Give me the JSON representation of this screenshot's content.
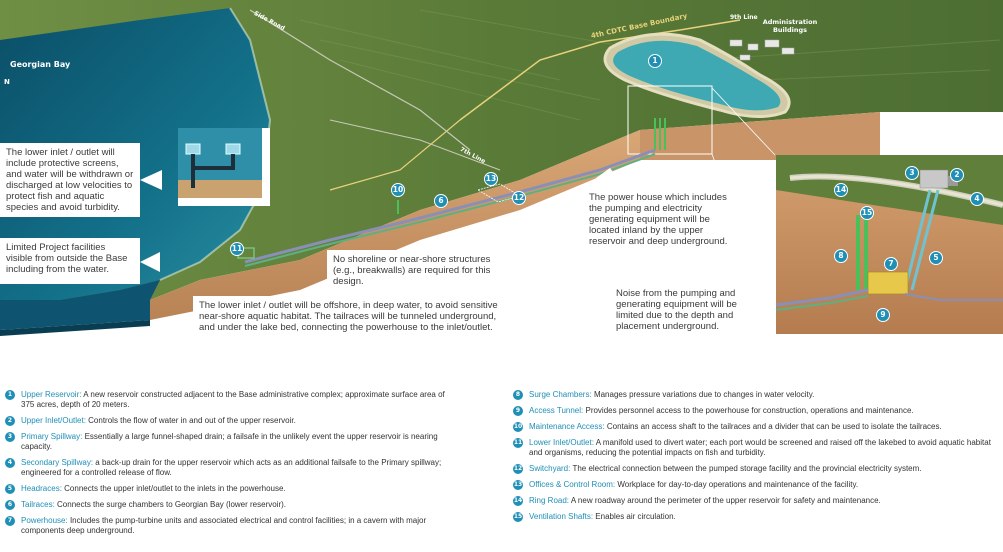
{
  "map_labels": {
    "georgian_bay": "Georgian Bay",
    "base_boundary": "4th CDTC Base Boundary",
    "road_a": "9th Line",
    "road_b": "7th Line",
    "road_c": "Side Road",
    "admin": "Administration Buildings",
    "north": "N"
  },
  "callouts": {
    "lower_inlet": "The lower inlet / outlet will include protective screens, and water will be withdrawn or discharged at low velocities to protect fish and aquatic species and avoid turbidity.",
    "limited_facilities": "Limited Project facilities visible from outside the Base including from the water.",
    "no_shoreline": "No shoreline or near-shore structures (e.g., breakwalls) are required for this design.",
    "offshore": "The lower inlet / outlet will be offshore, in deep water, to avoid sensitive near-shore aquatic habitat.  The tailraces will be tunneled underground, and under the lake bed, connecting the powerhouse to the inlet/outlet.",
    "powerhouse": "The power house which includes the pumping and electricity generating equipment will be located inland by the upper reservoir and deep underground.",
    "noise": "Noise from the pumping and generating equipment will be limited due to the depth and placement underground."
  },
  "markers": {
    "m1": "1",
    "m2": "2",
    "m3": "3",
    "m4": "4",
    "m5": "5",
    "m6": "6",
    "m7": "7",
    "m8": "8",
    "m9": "9",
    "m10": "10",
    "m11": "11",
    "m12": "12",
    "m13": "13",
    "m14": "14",
    "m15": "15"
  },
  "legend": {
    "left": [
      {
        "n": "1",
        "term": "Upper Reservoir:",
        "desc": "A new reservoir constructed adjacent to the Base administrative complex; approximate surface area of 375 acres, depth of 20 meters."
      },
      {
        "n": "2",
        "term": "Upper Inlet/Outlet:",
        "desc": "Controls the flow of water in and out of the upper reservoir."
      },
      {
        "n": "3",
        "term": "Primary Spillway:",
        "desc": "Essentially a large funnel-shaped drain; a failsafe in the unlikely event the upper reservoir is nearing capacity."
      },
      {
        "n": "4",
        "term": "Secondary Spillway:",
        "desc": "a back-up drain for the upper reservoir which acts as an additional failsafe to the Primary spillway; engineered for a controlled release of flow."
      },
      {
        "n": "5",
        "term": "Headraces:",
        "desc": "Connects the upper inlet/outlet to the inlets in the powerhouse."
      },
      {
        "n": "6",
        "term": "Tailraces:",
        "desc": "Connects the surge chambers to Georgian Bay (lower reservoir)."
      },
      {
        "n": "7",
        "term": "Powerhouse:",
        "desc": "Includes the pump-turbine units and associated electrical and control facilities; in a cavern with major components deep underground."
      }
    ],
    "right": [
      {
        "n": "8",
        "term": "Surge Chambers:",
        "desc": "Manages pressure variations due to changes in water velocity."
      },
      {
        "n": "9",
        "term": "Access Tunnel:",
        "desc": "Provides personnel access to the powerhouse for construction, operations and maintenance."
      },
      {
        "n": "10",
        "term": "Maintenance Access:",
        "desc": "Contains an access shaft to the tailraces and a divider that can be used to isolate the tailraces."
      },
      {
        "n": "11",
        "term": "Lower Inlet/Outlet:",
        "desc": "A manifold used to divert water; each port would be screened and raised off the lakebed to avoid aquatic habitat and organisms, reducing the potential impacts on fish and turbidity."
      },
      {
        "n": "12",
        "term": "Switchyard:",
        "desc": "The electrical connection between the pumped storage facility and the provincial electricity system."
      },
      {
        "n": "13",
        "term": "Offices & Control Room:",
        "desc": "Workplace for day-to-day operations and maintenance of the facility."
      },
      {
        "n": "14",
        "term": "Ring Road:",
        "desc": "A new roadway around the perimeter of the upper reservoir for safety and maintenance."
      },
      {
        "n": "15",
        "term": "Ventilation Shafts:",
        "desc": "Enables air circulation."
      }
    ]
  },
  "colors": {
    "water_deep": "#0f5f7a",
    "land": "#5f7f3a",
    "earth_face": "#c69467",
    "earth_side": "#b07e55",
    "reservoir": "#3fa9b3",
    "accent": "#1f8fb6"
  }
}
